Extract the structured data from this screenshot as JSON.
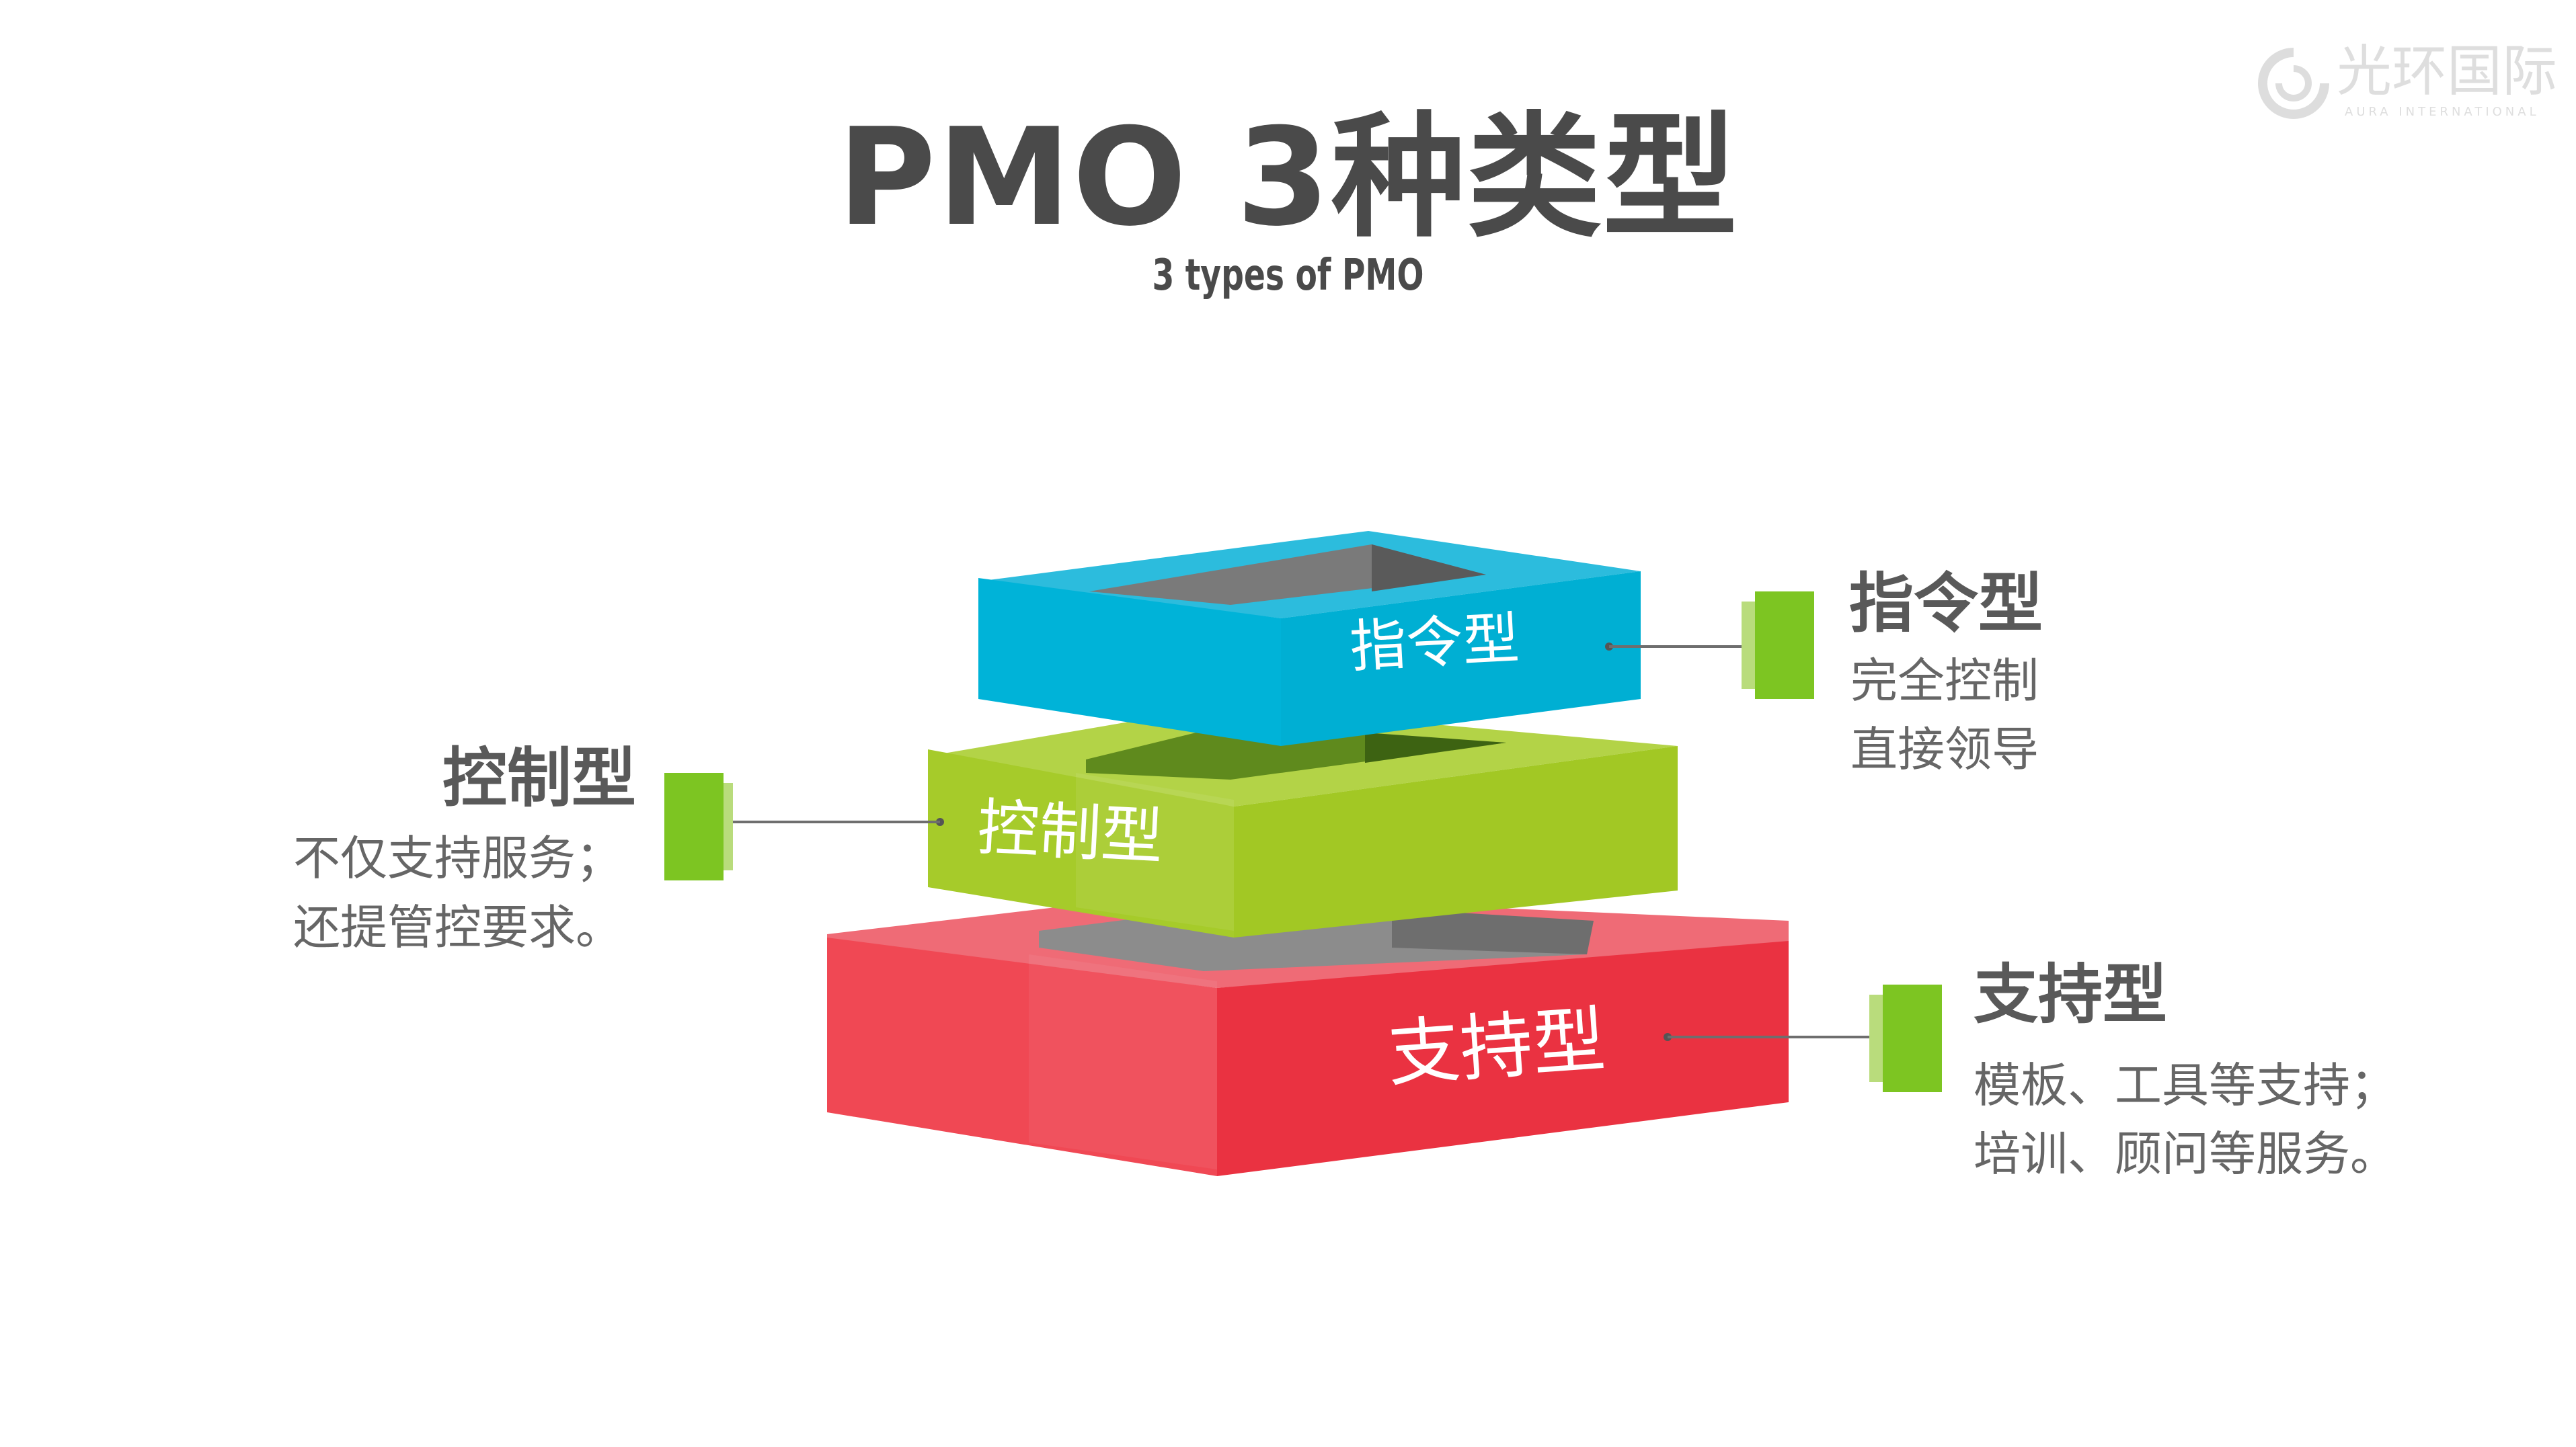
{
  "title": "PMO 3种类型",
  "subtitle": "3 types of PMO",
  "logo": {
    "text": "光环国际",
    "sub": "AURA INTERNATIONAL"
  },
  "layers": {
    "top": {
      "label": "指令型",
      "color": "#00b0d4"
    },
    "middle": {
      "label": "控制型",
      "color": "#a3c925"
    },
    "bottom": {
      "label": "支持型",
      "color": "#ee3545"
    }
  },
  "annotations": {
    "directive": {
      "title": "指令型",
      "lines": [
        "完全控制",
        "直接领导"
      ]
    },
    "controlling": {
      "title": "控制型",
      "lines": [
        "不仅支持服务；",
        "还提管控要求。"
      ]
    },
    "supportive": {
      "title": "支持型",
      "lines": [
        "模板、工具等支持；",
        "培训、顾问等服务。"
      ]
    }
  },
  "marker_color": "#7dc522"
}
